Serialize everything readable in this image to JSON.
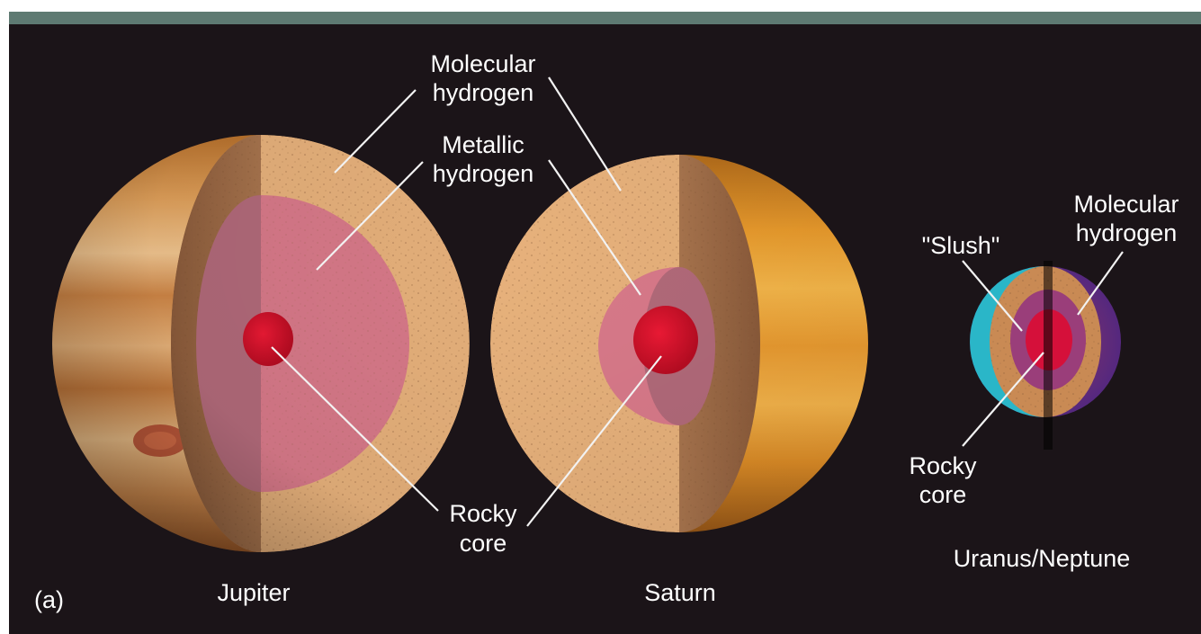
{
  "panel_letter": "(a)",
  "planets": {
    "jupiter": {
      "name": "Jupiter"
    },
    "saturn": {
      "name": "Saturn"
    },
    "uranus_neptune": {
      "name": "Uranus/Neptune"
    }
  },
  "labels": {
    "molecular_hydrogen_top": [
      "Molecular",
      "hydrogen"
    ],
    "metallic_hydrogen": [
      "Metallic",
      "hydrogen"
    ],
    "rocky_core_center": [
      "Rocky",
      "core"
    ],
    "slush": "\"Slush\"",
    "molecular_hydrogen_right": [
      "Molecular",
      "hydrogen"
    ],
    "rocky_core_right": [
      "Rocky",
      "core"
    ]
  },
  "colors": {
    "background": "#1b1418",
    "top_border": "#5e7a72",
    "outer_layer": "#e8b27c",
    "metallic_layer": "#d97a8a",
    "core": "#d5102a",
    "label_text": "#ffffff",
    "pointer_line": "#f2f2f2"
  }
}
